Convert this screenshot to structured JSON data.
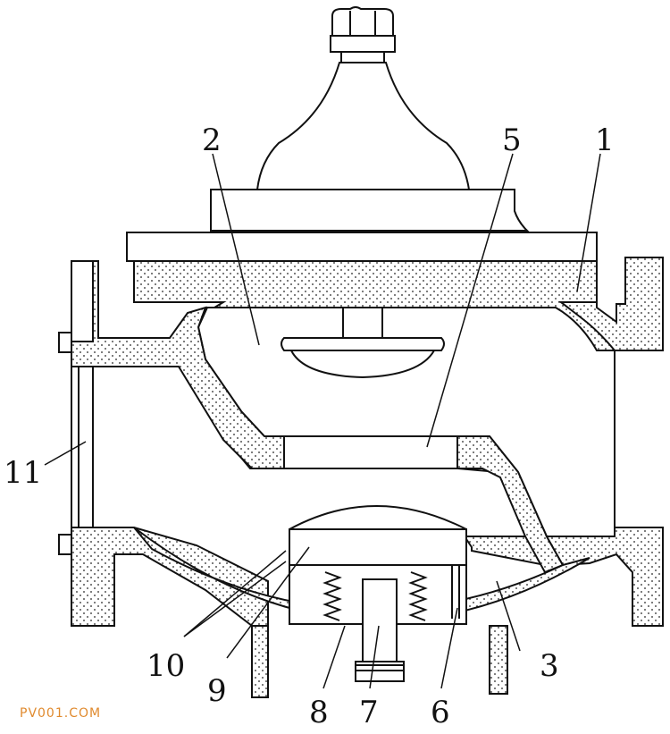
{
  "labels": [
    {
      "id": "1",
      "text": "1"
    },
    {
      "id": "2",
      "text": "2"
    },
    {
      "id": "3",
      "text": "3"
    },
    {
      "id": "5",
      "text": "5"
    },
    {
      "id": "6",
      "text": "6"
    },
    {
      "id": "7",
      "text": "7"
    },
    {
      "id": "8",
      "text": "8"
    },
    {
      "id": "9",
      "text": "9"
    },
    {
      "id": "10",
      "text": "10"
    },
    {
      "id": "11",
      "text": "11"
    }
  ],
  "watermark": "PV001.COM",
  "colors": {
    "line": "#111111",
    "watermark": "#e08a2e",
    "background": "#ffffff"
  }
}
